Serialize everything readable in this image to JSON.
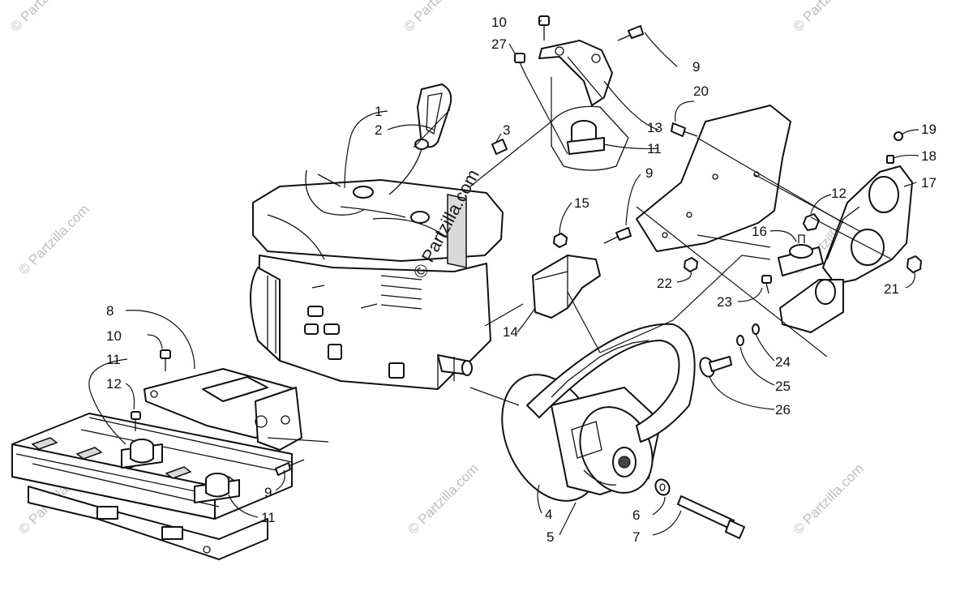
{
  "watermark": {
    "main_text": "© Partzilla.com",
    "tile_text": "© Partzilla.com"
  },
  "callouts": [
    {
      "id": "c1",
      "label": "1"
    },
    {
      "id": "c2",
      "label": "2"
    },
    {
      "id": "c3",
      "label": "3"
    },
    {
      "id": "c4",
      "label": "4"
    },
    {
      "id": "c5",
      "label": "5"
    },
    {
      "id": "c6",
      "label": "6"
    },
    {
      "id": "c7",
      "label": "7"
    },
    {
      "id": "c8",
      "label": "8"
    },
    {
      "id": "c9a",
      "label": "9"
    },
    {
      "id": "c9b",
      "label": "9"
    },
    {
      "id": "c9c",
      "label": "9"
    },
    {
      "id": "c10a",
      "label": "10"
    },
    {
      "id": "c10b",
      "label": "10"
    },
    {
      "id": "c11a",
      "label": "11"
    },
    {
      "id": "c11b",
      "label": "11"
    },
    {
      "id": "c11c",
      "label": "11"
    },
    {
      "id": "c12a",
      "label": "12"
    },
    {
      "id": "c12b",
      "label": "12"
    },
    {
      "id": "c13",
      "label": "13"
    },
    {
      "id": "c14",
      "label": "14"
    },
    {
      "id": "c15",
      "label": "15"
    },
    {
      "id": "c16",
      "label": "16"
    },
    {
      "id": "c17",
      "label": "17"
    },
    {
      "id": "c18",
      "label": "18"
    },
    {
      "id": "c19",
      "label": "19"
    },
    {
      "id": "c20",
      "label": "20"
    },
    {
      "id": "c21",
      "label": "21"
    },
    {
      "id": "c22",
      "label": "22"
    },
    {
      "id": "c23",
      "label": "23"
    },
    {
      "id": "c24",
      "label": "24"
    },
    {
      "id": "c25",
      "label": "25"
    },
    {
      "id": "c26",
      "label": "26"
    },
    {
      "id": "c27",
      "label": "27"
    }
  ]
}
